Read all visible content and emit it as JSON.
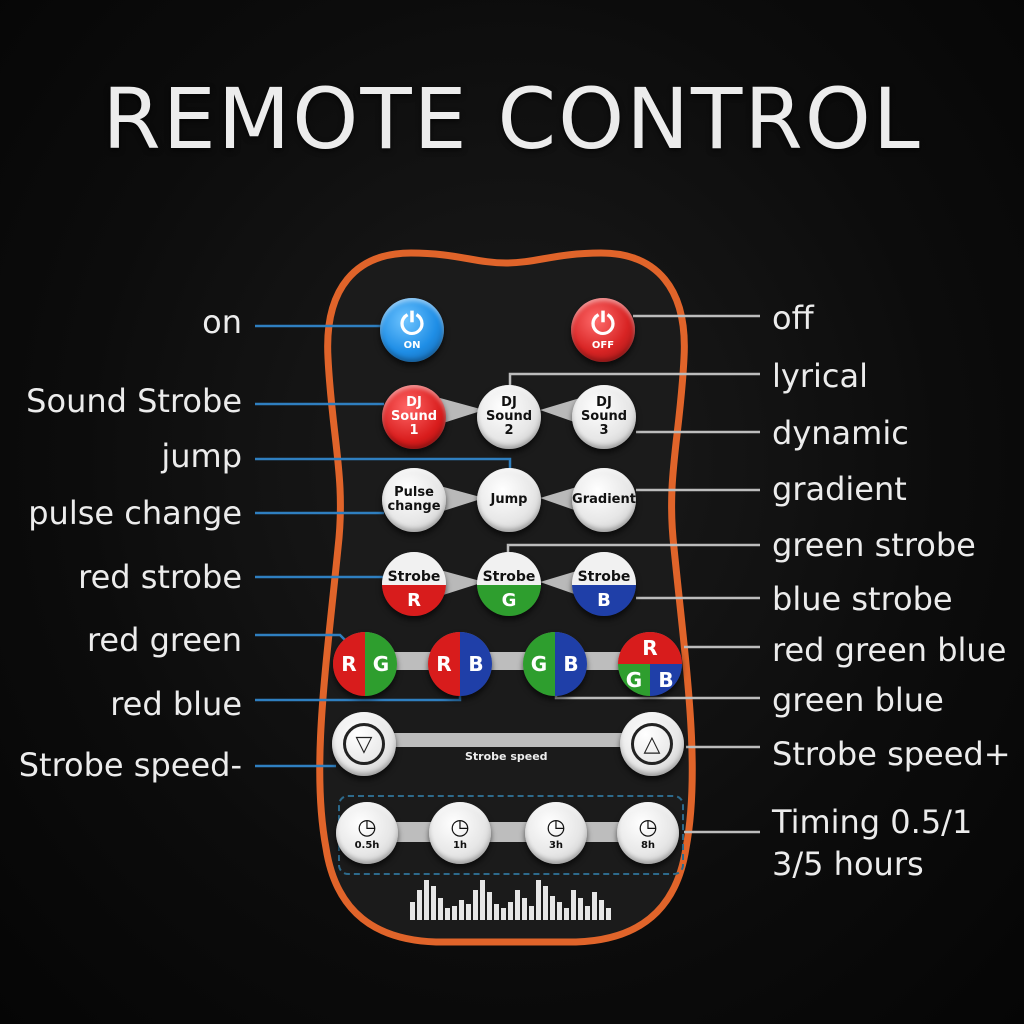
{
  "title": "REMOTE CONTROL",
  "labels_left": {
    "on": "on",
    "sound_strobe": "Sound Strobe",
    "jump": "jump",
    "pulse_change": "pulse change",
    "red_strobe": "red strobe",
    "red_green": "red green",
    "red_blue": "red blue",
    "strobe_speed_minus": "Strobe speed-"
  },
  "labels_right": {
    "off": "off",
    "lyrical": "lyrical",
    "dynamic": "dynamic",
    "gradient": "gradient",
    "green_strobe": "green strobe",
    "blue_strobe": "blue strobe",
    "red_green_blue": "red green blue",
    "green_blue": "green blue",
    "strobe_speed_plus": "Strobe speed+",
    "timing_line1": "Timing 0.5/1",
    "timing_line2": "3/5 hours"
  },
  "buttons": {
    "on": "ON",
    "off": "OFF",
    "dj1": [
      "DJ",
      "Sound",
      "1"
    ],
    "dj2": [
      "DJ",
      "Sound",
      "2"
    ],
    "dj3": [
      "DJ",
      "Sound",
      "3"
    ],
    "pulse": [
      "Pulse",
      "change"
    ],
    "jump": "Jump",
    "gradient": "Gradient",
    "strobe_word": "Strobe",
    "strobe_r": "R",
    "strobe_g": "G",
    "strobe_b": "B",
    "rg": [
      "R",
      "G"
    ],
    "rb": [
      "R",
      "B"
    ],
    "gb": [
      "G",
      "B"
    ],
    "rgb": [
      "R",
      "G",
      "B"
    ],
    "strobe_speed_bar": "Strobe speed",
    "timers": [
      "0.5h",
      "1h",
      "3h",
      "8h"
    ]
  },
  "colors": {
    "accent_orange": "#e0642a",
    "line_blue": "#2f7fc0",
    "line_gray": "#bcbcbc",
    "red": "#d81c1c",
    "green": "#2e9e2e",
    "blue": "#1f3fa8"
  },
  "icons": [
    "power-icon",
    "power-icon",
    "strobe-down-icon",
    "strobe-up-icon",
    "clock-icon"
  ]
}
